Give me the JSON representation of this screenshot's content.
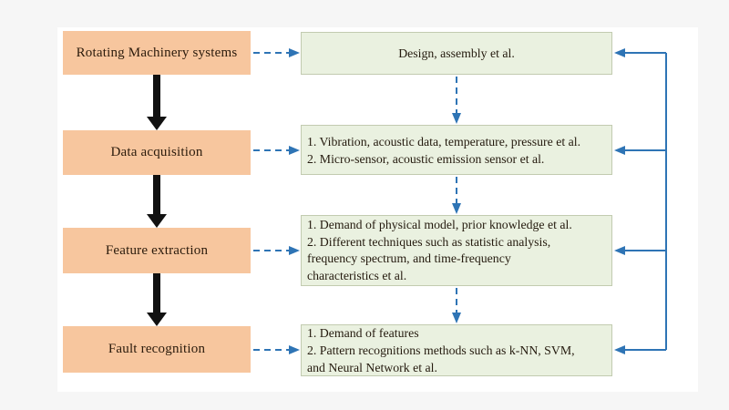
{
  "palette": {
    "stage_fill": "#f7c69e",
    "detail_fill": "#eaf1e0",
    "detail_border": "#c2cbb0",
    "connector_blue": "#2e74b5",
    "flow_arrow_black": "#111111",
    "panel_background": "#ffffff",
    "page_background": "#f6f6f6"
  },
  "flow": {
    "stages": [
      {
        "label": "Rotating  Machinery systems",
        "details": [
          "Design, assembly et al."
        ]
      },
      {
        "label": "Data acquisition",
        "details": [
          "1. Vibration, acoustic data, temperature, pressure et al.",
          "2. Micro-sensor, acoustic emission sensor et al."
        ]
      },
      {
        "label": "Feature extraction",
        "details": [
          "1. Demand of physical model, prior knowledge et al.",
          "2. Different techniques such as statistic analysis,",
          "frequency spectrum, and time-frequency",
          "characteristics  et al."
        ]
      },
      {
        "label": "Fault recognition",
        "details": [
          "1. Demand of features",
          "2. Pattern recognitions methods such as k-NN,  SVM,",
          "and Neural Network  et al."
        ]
      }
    ]
  }
}
